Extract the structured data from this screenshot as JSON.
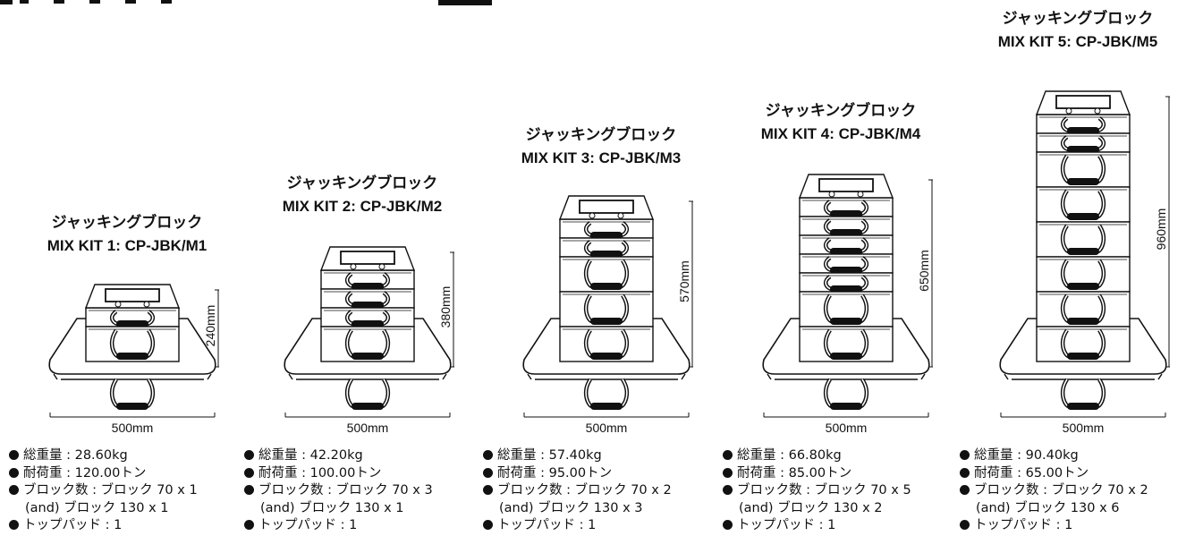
{
  "kits": [
    {
      "title": "ジャッキングブロック",
      "model": "MIX KIT 1: CP-JBK/M1",
      "height_label": "240mm",
      "width_label": "500mm",
      "specs": {
        "weight": "総重量 : 28.60kg",
        "load": "耐荷重 : 120.00トン",
        "blocks": "ブロック数 : ブロック 70 x 1",
        "blocks_and": "(and) ブロック 130 x 1",
        "pads": "トップパッド : 1"
      },
      "stack": [
        70,
        130
      ]
    },
    {
      "title": "ジャッキングブロック",
      "model": "MIX KIT 2: CP-JBK/M2",
      "height_label": "380mm",
      "width_label": "500mm",
      "specs": {
        "weight": "総重量 : 42.20kg",
        "load": "耐荷重 : 100.00トン",
        "blocks": "ブロック数 : ブロック 70 x 3",
        "blocks_and": "(and) ブロック 130 x 1",
        "pads": "トップパッド : 1"
      },
      "stack": [
        70,
        70,
        70,
        130
      ]
    },
    {
      "title": "ジャッキングブロック",
      "model": "MIX KIT 3: CP-JBK/M3",
      "height_label": "570mm",
      "width_label": "500mm",
      "specs": {
        "weight": "総重量 : 57.40kg",
        "load": "耐荷重 : 95.00トン",
        "blocks": "ブロック数 : ブロック 70 x 2",
        "blocks_and": "(and) ブロック 130 x 3",
        "pads": "トップパッド : 1"
      },
      "stack": [
        70,
        70,
        130,
        130,
        130
      ]
    },
    {
      "title": "ジャッキングブロック",
      "model": "MIX KIT 4: CP-JBK/M4",
      "height_label": "650mm",
      "width_label": "500mm",
      "specs": {
        "weight": "総重量 : 66.80kg",
        "load": "耐荷重 : 85.00トン",
        "blocks": "ブロック数 : ブロック 70 x 5",
        "blocks_and": "(and) ブロック 130 x 2",
        "pads": "トップパッド : 1"
      },
      "stack": [
        70,
        70,
        70,
        70,
        70,
        130,
        130
      ]
    },
    {
      "title": "ジャッキングブロック",
      "model": "MIX KIT 5: CP-JBK/M5",
      "height_label": "960mm",
      "width_label": "500mm",
      "specs": {
        "weight": "総重量 : 90.40kg",
        "load": "耐荷重 : 65.00トン",
        "blocks": "ブロック数 : ブロック 70 x 2",
        "blocks_and": "(and) ブロック 130 x 6",
        "pads": "トップパッド : 1"
      },
      "stack": [
        70,
        70,
        130,
        130,
        130,
        130,
        130,
        130
      ]
    }
  ]
}
